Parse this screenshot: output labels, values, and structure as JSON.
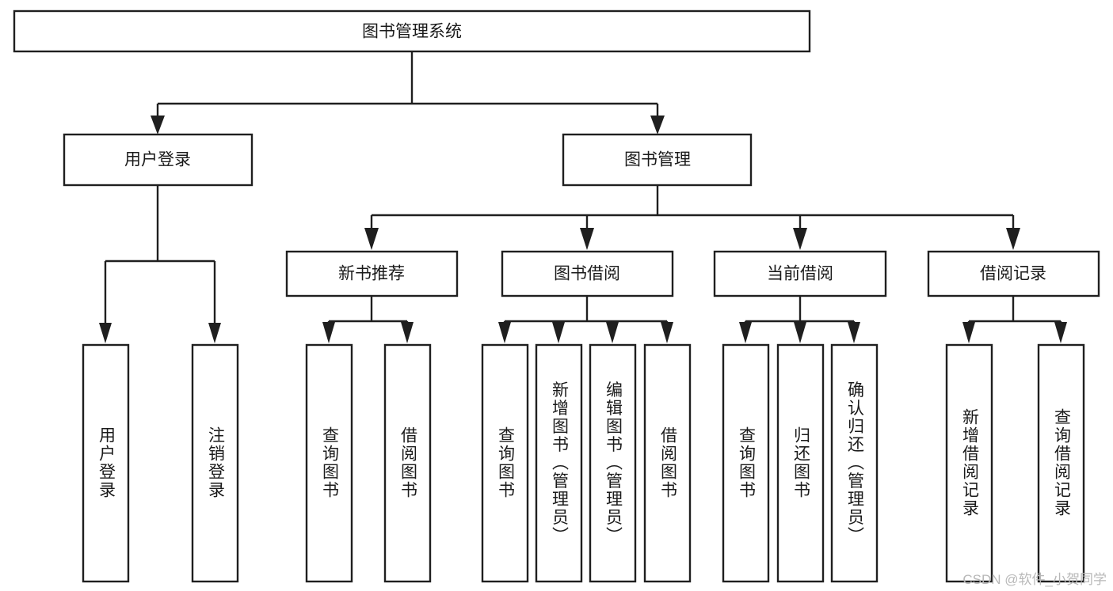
{
  "diagram": {
    "type": "tree",
    "title": "图书管理系统",
    "orientation": "top-down",
    "watermark": "CSDN @软件_小贺同学",
    "colors": {
      "stroke": "#1f1f1f",
      "fill": "#ffffff",
      "text": "#1a1a1a",
      "watermark": "#b8b8b8"
    },
    "nodes": {
      "root": {
        "label": "图书管理系统"
      },
      "level2": [
        {
          "id": "user-login",
          "label": "用户登录"
        },
        {
          "id": "book-manage",
          "label": "图书管理"
        }
      ],
      "level3": [
        {
          "id": "new-book-rec",
          "label": "新书推荐"
        },
        {
          "id": "book-borrow",
          "label": "图书借阅"
        },
        {
          "id": "current-borrow",
          "label": "当前借阅"
        },
        {
          "id": "borrow-record",
          "label": "借阅记录"
        }
      ],
      "leaves": [
        {
          "id": "leaf-user-login",
          "label": "用户登录",
          "parent": "user-login"
        },
        {
          "id": "leaf-logout-login",
          "label": "注销登录",
          "parent": "user-login"
        },
        {
          "id": "leaf-query-book-1",
          "label": "查询图书",
          "parent": "new-book-rec"
        },
        {
          "id": "leaf-borrow-book-1",
          "label": "借阅图书",
          "parent": "new-book-rec"
        },
        {
          "id": "leaf-query-book-2",
          "label": "查询图书",
          "parent": "book-borrow"
        },
        {
          "id": "leaf-add-book",
          "label": "新增图书（管理员）",
          "parent": "book-borrow"
        },
        {
          "id": "leaf-edit-book",
          "label": "编辑图书（管理员）",
          "parent": "book-borrow"
        },
        {
          "id": "leaf-borrow-book-2",
          "label": "借阅图书",
          "parent": "book-borrow"
        },
        {
          "id": "leaf-query-book-3",
          "label": "查询图书",
          "parent": "current-borrow"
        },
        {
          "id": "leaf-return-book",
          "label": "归还图书",
          "parent": "current-borrow"
        },
        {
          "id": "leaf-confirm-return",
          "label": "确认归还（管理员）",
          "parent": "current-borrow"
        },
        {
          "id": "leaf-add-record",
          "label": "新增借阅记录",
          "parent": "borrow-record"
        },
        {
          "id": "leaf-query-record",
          "label": "查询借阅记录",
          "parent": "borrow-record"
        }
      ]
    }
  }
}
